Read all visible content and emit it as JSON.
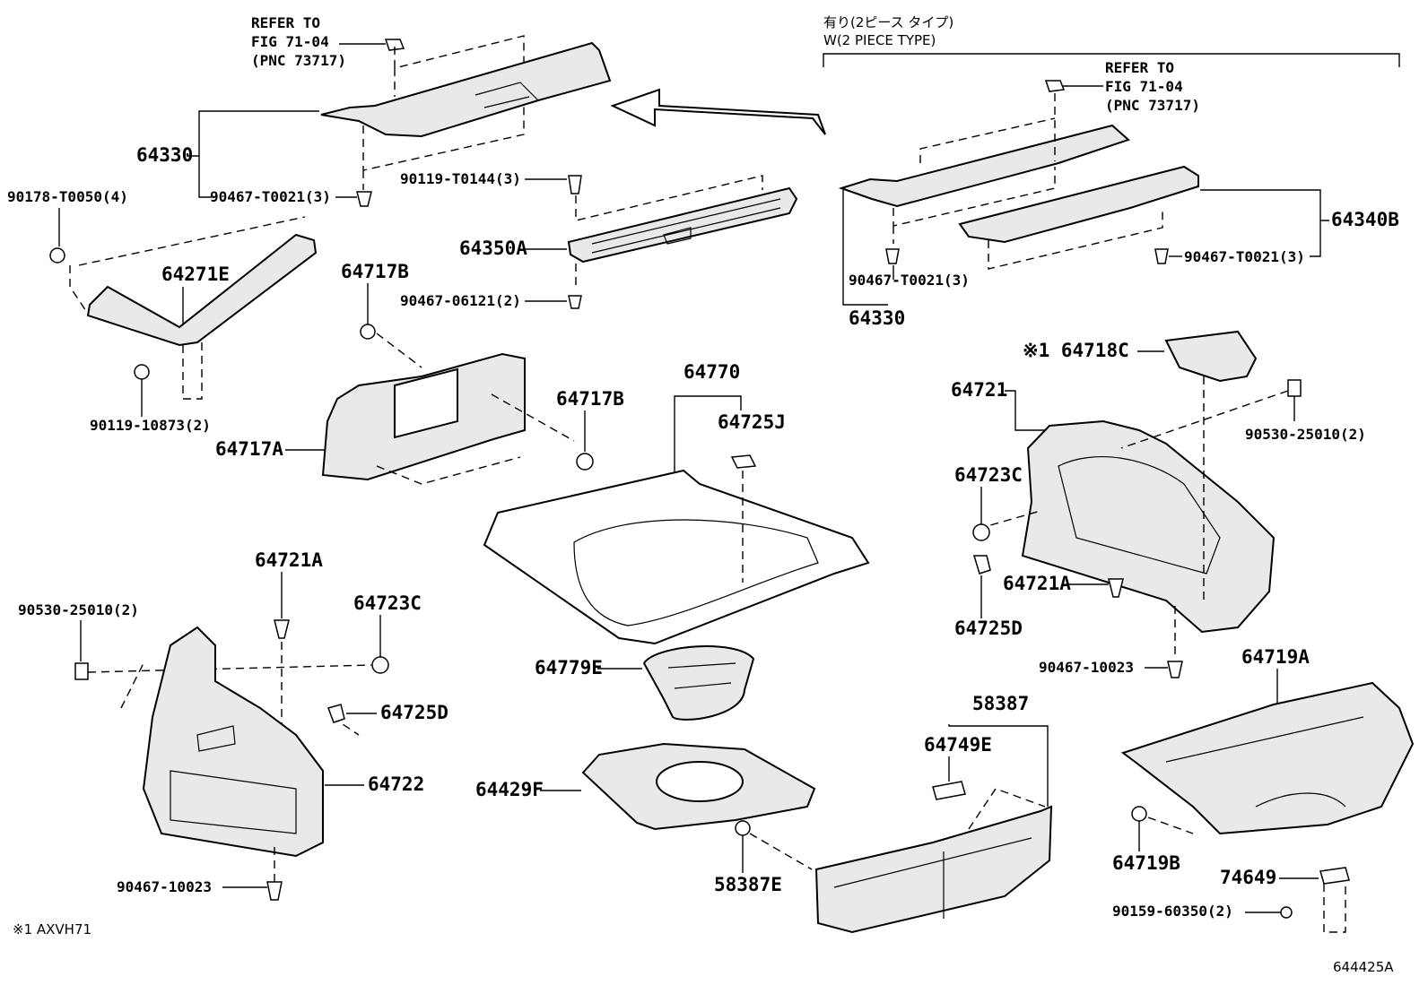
{
  "header": {
    "variant_jp": "有り(2ピース タイプ)",
    "variant_en": "W(2 PIECE TYPE)"
  },
  "refer_left": {
    "line1": "REFER TO",
    "line2": "FIG 71-04",
    "line3": "(PNC 73717)"
  },
  "refer_right": {
    "line1": "REFER TO",
    "line2": "FIG 71-04",
    "line3": "(PNC 73717)"
  },
  "labels": {
    "p64330": "64330",
    "p64330_right": "64330",
    "p90467_t0021_a": "90467-T0021(3)",
    "p90467_t0021_b": "90467-T0021(3)",
    "p90467_t0021_c": "90467-T0021(3)",
    "p90178_t0050": "90178-T0050(4)",
    "p64271e": "64271E",
    "p90119_10873": "90119-10873(2)",
    "p90119_t0144": "90119-T0144(3)",
    "p64350a": "64350A",
    "p90467_06121": "90467-06121(2)",
    "p64340b": "64340B",
    "p64717b_a": "64717B",
    "p64717b_b": "64717B",
    "p64717a": "64717A",
    "p64770": "64770",
    "p64725j": "64725J",
    "p64718c": "※1 64718C",
    "p64721": "64721",
    "p90530_25010_r": "90530-25010(2)",
    "p64723c_r": "64723C",
    "p64721a_r": "64721A",
    "p64725d_r": "64725D",
    "p90467_10023_r": "90467-10023",
    "p64719a": "64719A",
    "p64721a_l": "64721A",
    "p64723c_l": "64723C",
    "p90530_25010_l": "90530-25010(2)",
    "p64725d_l": "64725D",
    "p64722": "64722",
    "p90467_10023_l": "90467-10023",
    "p64779e": "64779E",
    "p64429f": "64429F",
    "p58387": "58387",
    "p64749e": "64749E",
    "p58387e": "58387E",
    "p64719b": "64719B",
    "p74649": "74649",
    "p90159_60350": "90159-60350(2)"
  },
  "footnote": "※1 AXVH71",
  "drawing_id": "644425A"
}
